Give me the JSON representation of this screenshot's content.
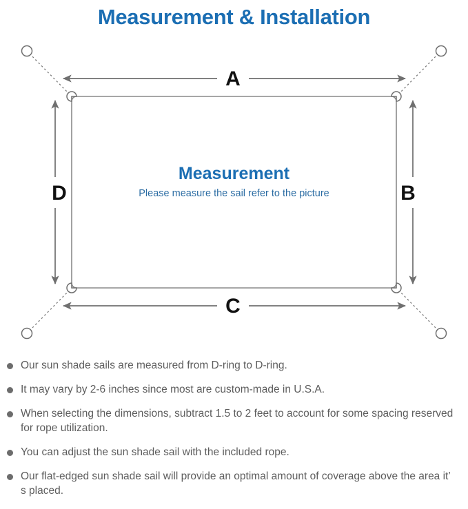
{
  "page": {
    "title": "Measurement & Installation",
    "title_color": "#1b6eb3",
    "background": "#ffffff"
  },
  "diagram": {
    "name": "sun-shade-sail-measurement-diagram",
    "sail": {
      "center_title": "Measurement",
      "center_subtitle": "Please measure the sail refer to the picture",
      "stroke_color": "#8a8a8a",
      "text_color": "#1b6eb3"
    },
    "dimension_labels": [
      {
        "id": "A",
        "label": "A",
        "position": "top",
        "orientation": "horizontal"
      },
      {
        "id": "B",
        "label": "B",
        "position": "right",
        "orientation": "vertical"
      },
      {
        "id": "C",
        "label": "C",
        "position": "bottom",
        "orientation": "horizontal"
      },
      {
        "id": "D",
        "label": "D",
        "position": "left",
        "orientation": "vertical"
      }
    ],
    "corners": [
      {
        "id": "top-left",
        "d_ring": true,
        "anchor_point": true,
        "rope": "dotted"
      },
      {
        "id": "top-right",
        "d_ring": true,
        "anchor_point": true,
        "rope": "dotted"
      },
      {
        "id": "bottom-left",
        "d_ring": true,
        "anchor_point": true,
        "rope": "dotted"
      },
      {
        "id": "bottom-right",
        "d_ring": true,
        "anchor_point": true,
        "rope": "dotted"
      }
    ],
    "arrow_color": "#6f6f6f",
    "rope_color": "#7a7a7a"
  },
  "notes": {
    "bullet_color": "#6c6c6c",
    "text_color": "#5d5d5d",
    "items": [
      "Our sun shade sails are measured from D-ring to D-ring.",
      "It may vary by 2-6 inches since most are custom-made in U.S.A.",
      "When selecting the dimensions, subtract 1.5 to 2 feet to account for some spacing reserved for rope utilization.",
      "You can adjust the sun shade sail with the included rope.",
      "Our flat-edged sun shade sail will provide an optimal amount of coverage above the area it’ s placed."
    ]
  }
}
